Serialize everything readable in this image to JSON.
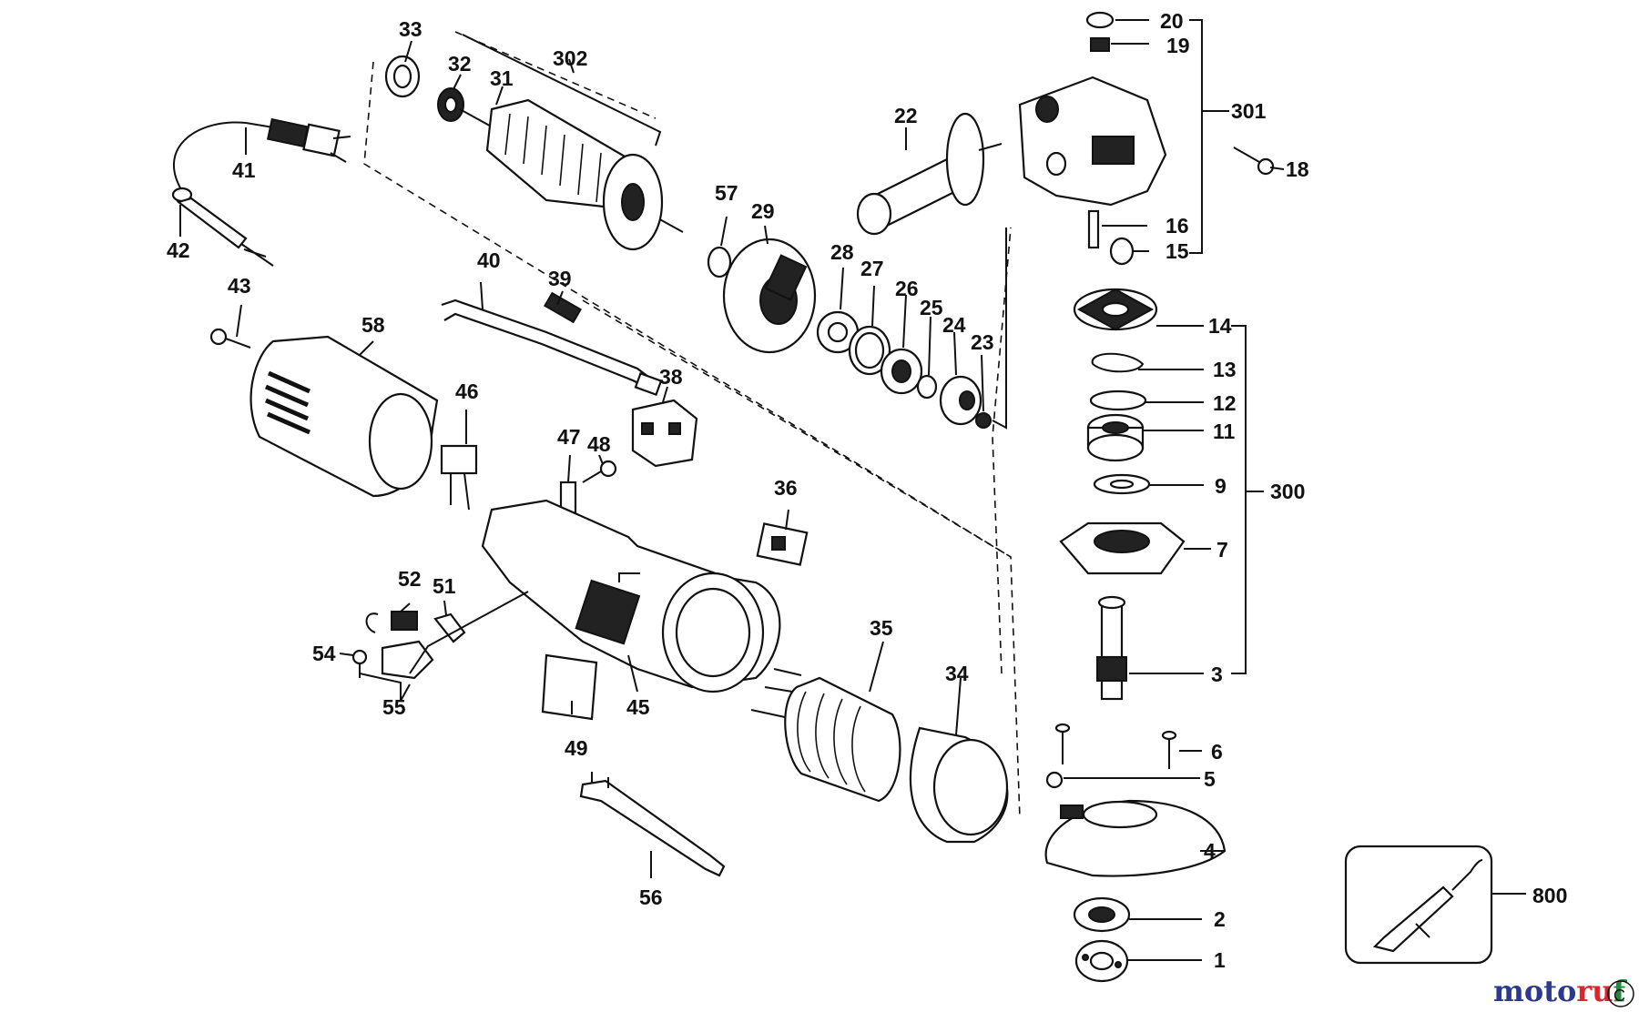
{
  "brand": {
    "parts": [
      {
        "text": "moto",
        "color": "#2b3a8f"
      },
      {
        "text": "ru",
        "color": "#d9262e"
      },
      {
        "text": "f",
        "color": "#1d8b3a"
      }
    ],
    "mark": "C"
  },
  "labels": {
    "p1": "1",
    "p2": "2",
    "p3": "3",
    "p4": "4",
    "p5": "5",
    "p6": "6",
    "p7": "7",
    "p9": "9",
    "p11": "11",
    "p12": "12",
    "p13": "13",
    "p14": "14",
    "p15": "15",
    "p16": "16",
    "p18": "18",
    "p19": "19",
    "p20": "20",
    "p22": "22",
    "p23": "23",
    "p24": "24",
    "p25": "25",
    "p26": "26",
    "p27": "27",
    "p28": "28",
    "p29": "29",
    "p31": "31",
    "p32": "32",
    "p33": "33",
    "p34": "34",
    "p35": "35",
    "p36": "36",
    "p38": "38",
    "p39": "39",
    "p40": "40",
    "p41": "41",
    "p42": "42",
    "p43": "43",
    "p45": "45",
    "p46": "46",
    "p47": "47",
    "p48": "48",
    "p49": "49",
    "p51": "51",
    "p52": "52",
    "p54": "54",
    "p55": "55",
    "p56": "56",
    "p57": "57",
    "p58": "58",
    "p300": "300",
    "p301": "301",
    "p302": "302",
    "p800": "800"
  }
}
